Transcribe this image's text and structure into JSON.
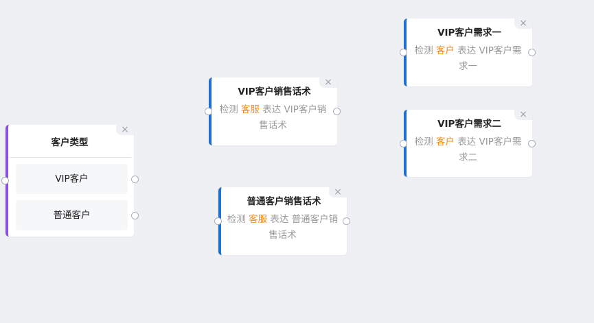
{
  "customer_type_node": {
    "title": "客户类型",
    "options": [
      "VIP客户",
      "普通客户"
    ],
    "close": "×"
  },
  "script_nodes": [
    {
      "title": "VIP客户销售话术",
      "prefix": "检测",
      "keyword": "客服",
      "verb": "表达",
      "target": "VIP客户销售话术",
      "close": "×"
    },
    {
      "title": "普通客户销售话术",
      "prefix": "检测",
      "keyword": "客服",
      "verb": "表达",
      "target": "普通客户销售话术",
      "close": "×"
    },
    {
      "title": "VIP客户需求一",
      "prefix": "检测",
      "keyword": "客户",
      "verb": "表达",
      "target": "VIP客户需求一",
      "close": "×"
    },
    {
      "title": "VIP客户需求二",
      "prefix": "检测",
      "keyword": "客户",
      "verb": "表达",
      "target": "VIP客户需求二",
      "close": "×"
    }
  ],
  "colors": {
    "background": "#eff0f4",
    "type_accent": "#8b4fe0",
    "node_accent": "#1f6fd1",
    "keyword": "#f08c1a"
  }
}
